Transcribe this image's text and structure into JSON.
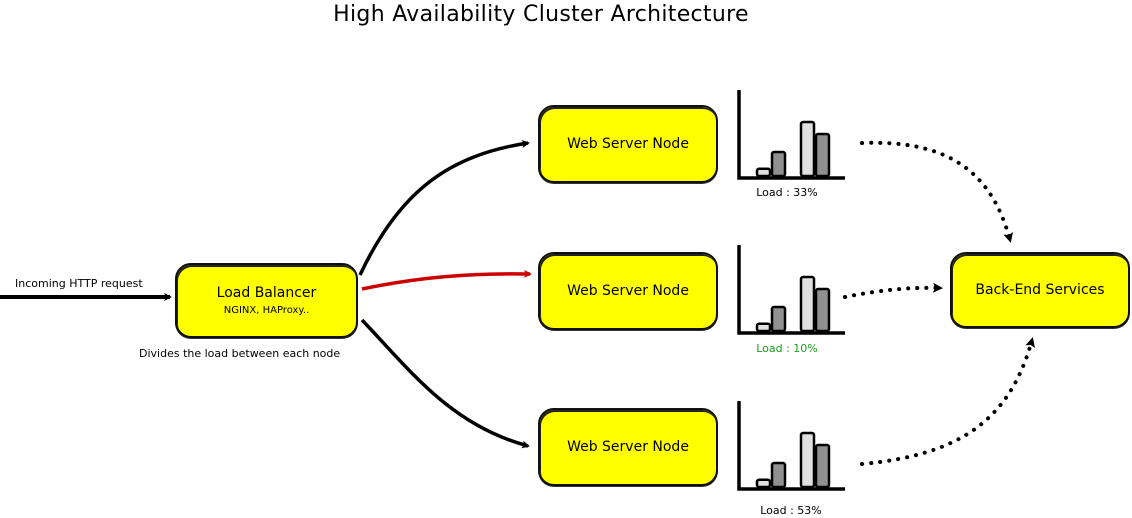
{
  "title": "High Availability Cluster Architecture",
  "incoming": {
    "label": "Incoming HTTP request"
  },
  "load_balancer": {
    "label": "Load Balancer",
    "sublabel": "NGINX, HAProxy..",
    "caption": "Divides the load between each node"
  },
  "nodes": [
    {
      "label": "Web Server Node",
      "load_label": "Load : 33%",
      "load_color": "#000000",
      "load_percent": 33,
      "connector_color": "#000000"
    },
    {
      "label": "Web Server Node",
      "load_label": "Load : 10%",
      "load_color": "#1a9e1a",
      "load_percent": 10,
      "connector_color": "#cc0000"
    },
    {
      "label": "Web Server Node",
      "load_label": "Load : 53%",
      "load_color": "#000000",
      "load_percent": 53,
      "connector_color": "#000000"
    }
  ],
  "backend": {
    "label": "Back-End Services"
  },
  "colors": {
    "box_fill": "#ffff00",
    "highlight_arrow": "#cc0000",
    "bar_light": "#e0e0e0",
    "bar_dark": "#909090"
  },
  "mini_chart": {
    "series": [
      {
        "name": "light",
        "values": [
          0.12,
          0.9
        ]
      },
      {
        "name": "dark",
        "values": [
          0.4,
          0.7
        ]
      }
    ]
  }
}
